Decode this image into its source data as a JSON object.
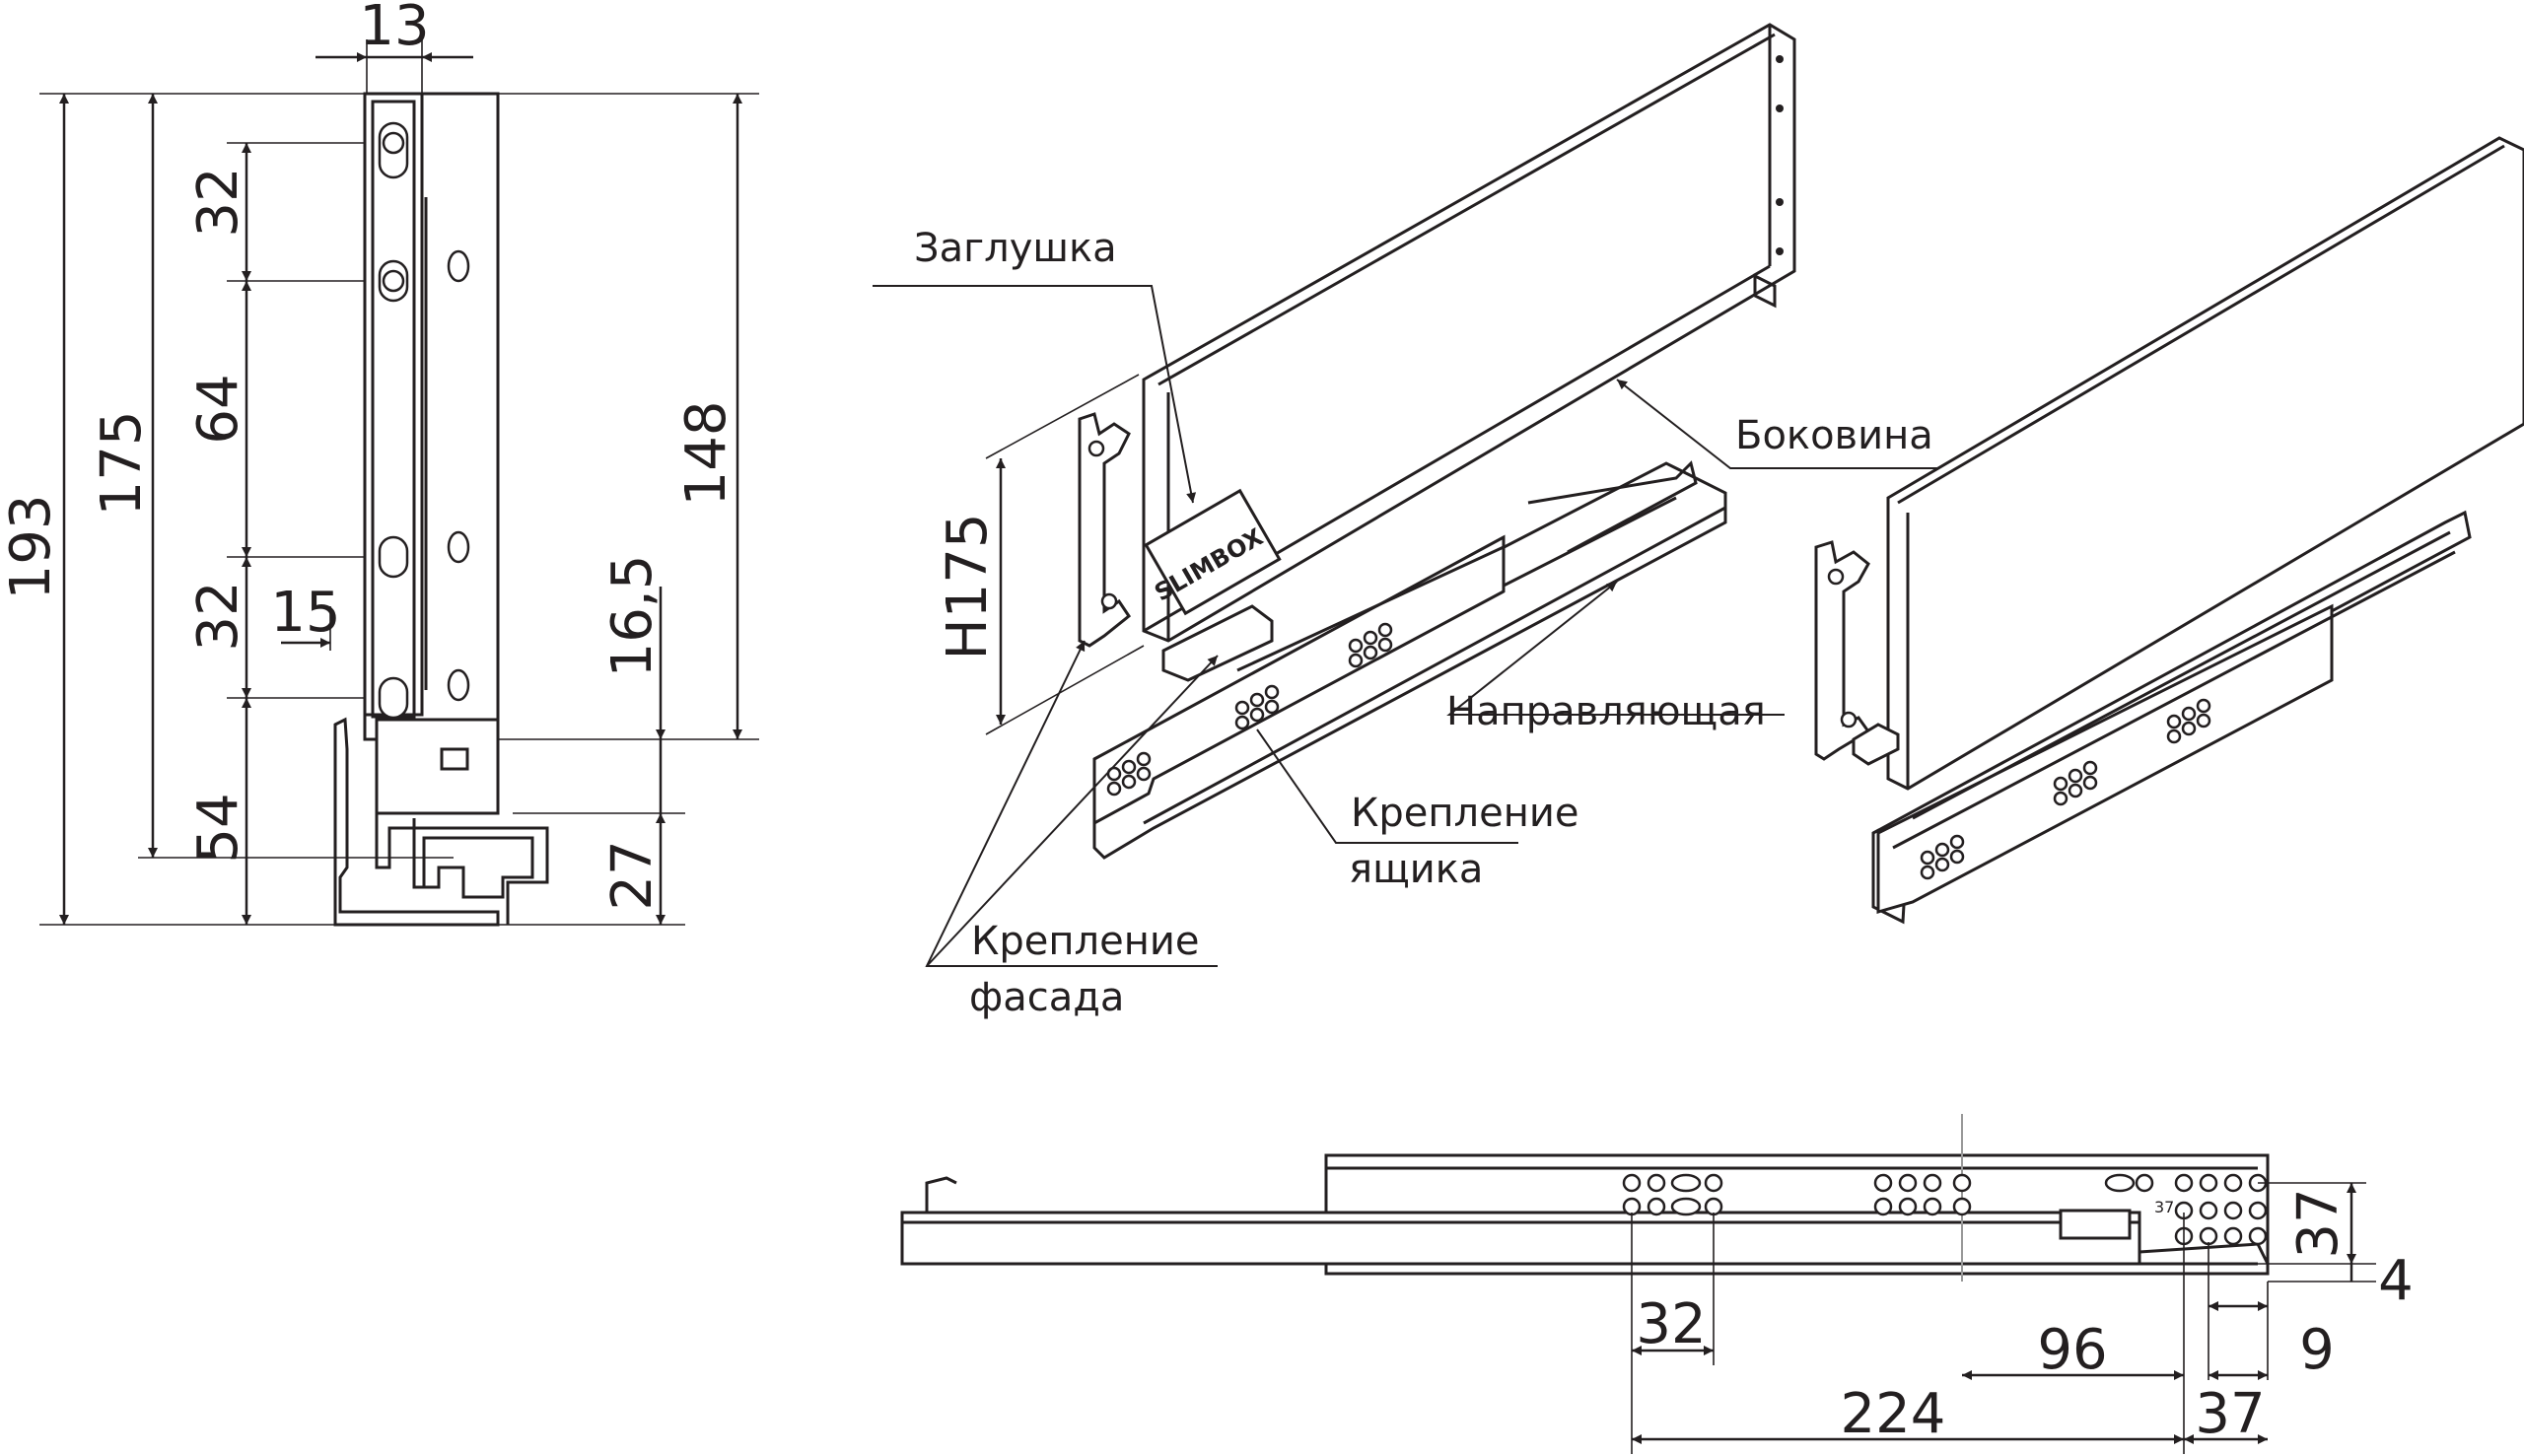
{
  "title": "",
  "colors": {
    "line": "#231f20",
    "background": "#ffffff",
    "guide": "#999999"
  },
  "section_view": {
    "dimensions": {
      "width_top": "13",
      "total_height": "193",
      "side_height": "175",
      "hole_spacing_top": "32",
      "hole_spacing_middle": "64",
      "hole_spacing_bottom": "32",
      "offset_15": "15",
      "bottom_54": "54",
      "height_148": "148",
      "offset_16_5": "16,5",
      "rail_27": "27"
    }
  },
  "perspective_view": {
    "labels": {
      "plug": "Заглушка",
      "side_panel": "Боковина",
      "height": "H175",
      "runner": "Направляющая",
      "box_mount_line1": "Крепление",
      "box_mount_line2": "ящика",
      "front_mount_line1": "Крепление",
      "front_mount_line2": "фасада"
    },
    "logo_text": "SLIMBOX"
  },
  "runner_view": {
    "dimensions": {
      "pitch_32": "32",
      "dist_96": "96",
      "dist_224": "224",
      "dist_37_bottom": "37",
      "height_37": "37",
      "offset_4": "4",
      "offset_9": "9",
      "small_37": "37"
    }
  }
}
